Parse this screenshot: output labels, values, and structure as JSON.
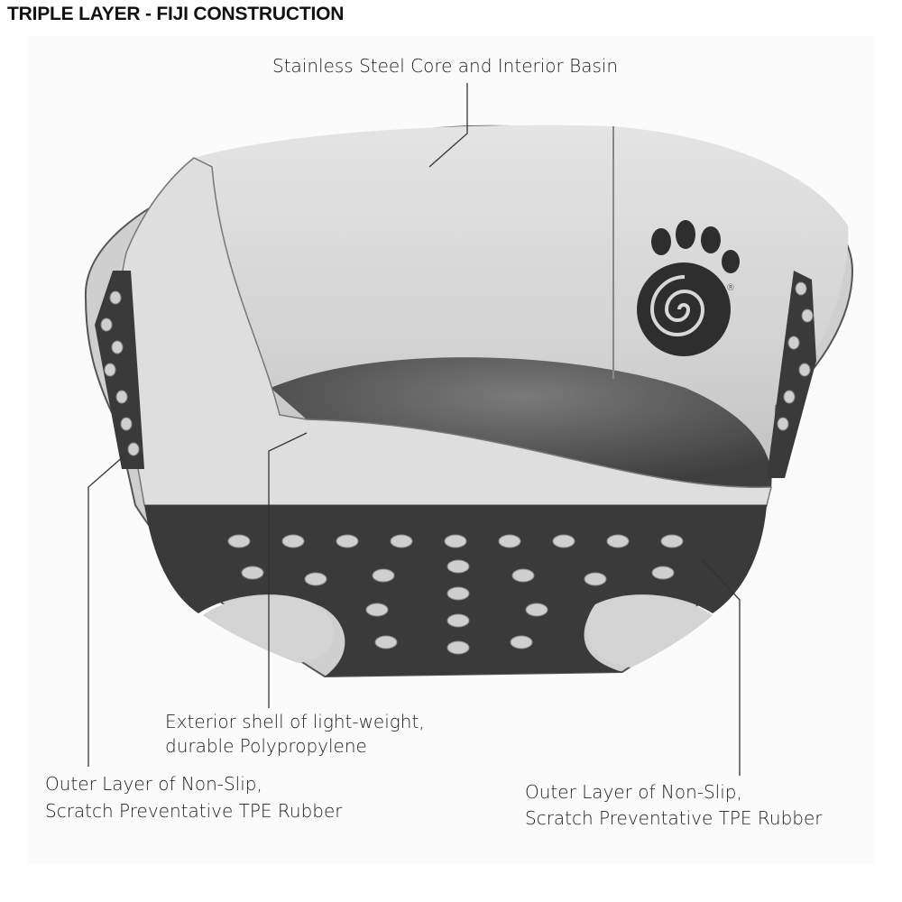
{
  "title": "TRIPLE LAYER - FIJI CONSTRUCTION",
  "labels": {
    "steel_core": "Stainless Steel Core and Interior Basin",
    "shell_line1": "Exterior shell of light-weight,",
    "shell_line2": "durable Polypropylene",
    "rubber_left_line1": "Outer Layer of Non-Slip,",
    "rubber_left_line2": "Scratch Preventative TPE Rubber",
    "rubber_right_line1": "Outer Layer of Non-Slip,",
    "rubber_right_line2": "Scratch Preventative TPE Rubber"
  },
  "logo_mark": "®",
  "colors": {
    "rubber": "#3a3a3a",
    "steel": "#d6d6d6",
    "shell": "#e6e6e6"
  }
}
